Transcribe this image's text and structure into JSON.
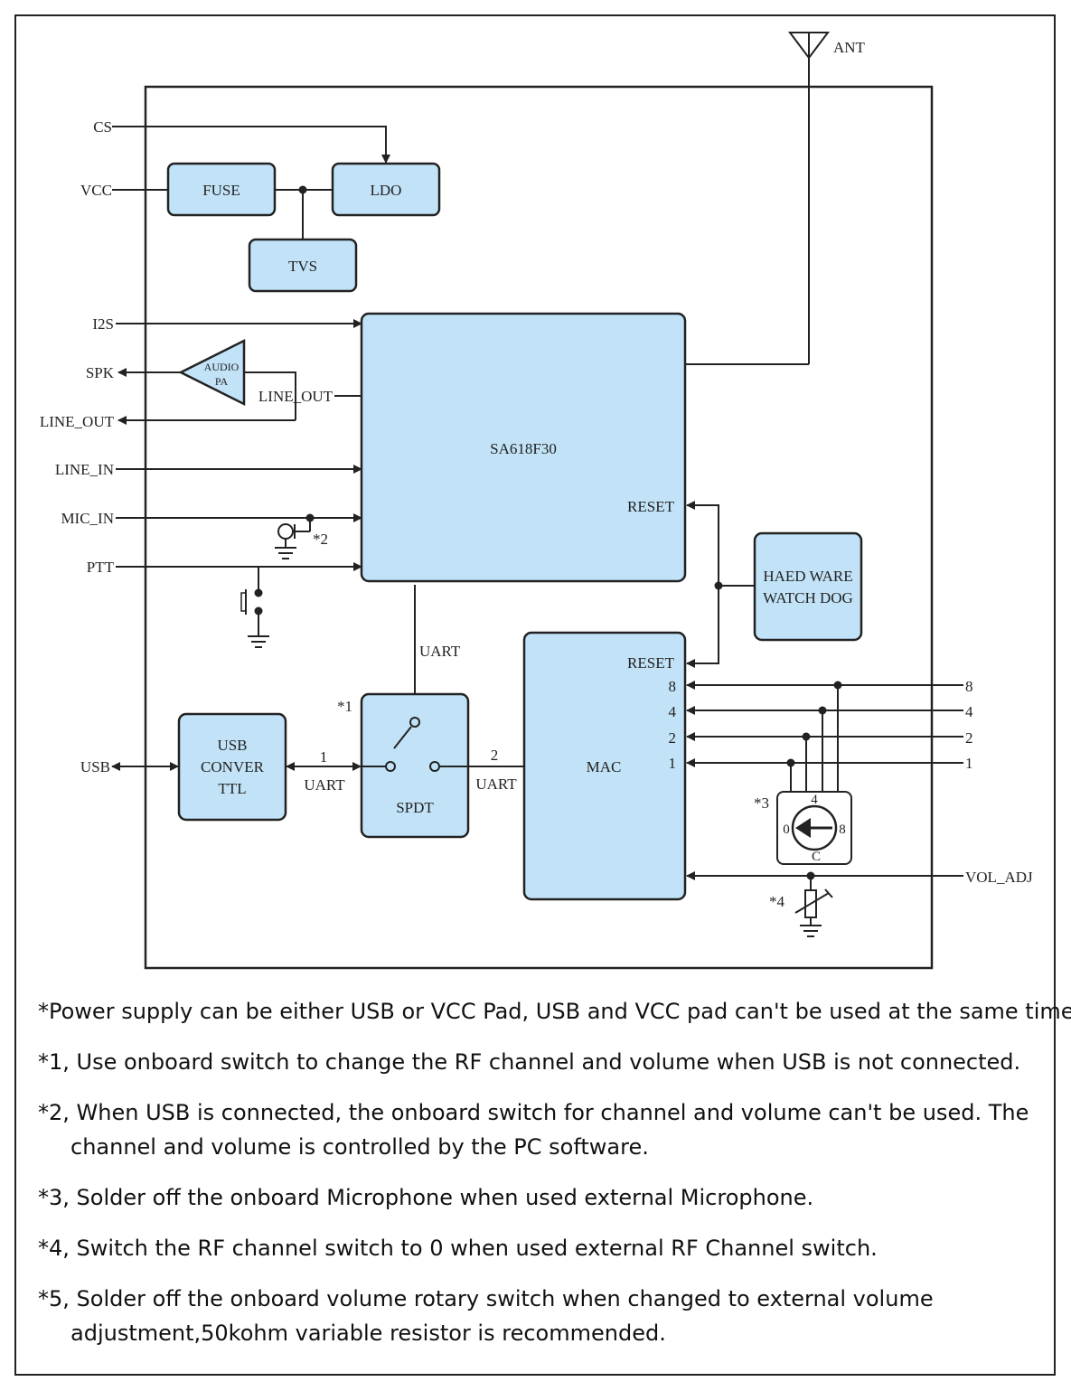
{
  "diagram": {
    "chip": "SA618F30",
    "blocks": {
      "fuse": "FUSE",
      "ldo": "LDO",
      "tvs": "TVS",
      "audio_pa_1": "AUDIO",
      "audio_pa_2": "PA",
      "watchdog_1": "HAED WARE",
      "watchdog_2": "WATCH DOG",
      "usb_conv_1": "USB",
      "usb_conv_2": "CONVER",
      "usb_conv_3": "TTL",
      "spdt": "SPDT",
      "mac": "MAC"
    },
    "pins": {
      "cs": "CS",
      "vcc": "VCC",
      "i2s": "I2S",
      "spk": "SPK",
      "line_out_inner": "LINE_OUT",
      "line_out": "LINE_OUT",
      "line_in": "LINE_IN",
      "mic_in": "MIC_IN",
      "ptt": "PTT",
      "usb": "USB",
      "ant": "ANT",
      "vol_adj": "VOL_ADJ",
      "reset_chip": "RESET",
      "reset_mac": "RESET",
      "uart_top": "UART",
      "uart_left": "UART",
      "uart_right": "UART",
      "uart_num_1": "1",
      "uart_num_2": "2",
      "mac_8": "8",
      "mac_4": "4",
      "mac_2": "2",
      "mac_1": "1",
      "ext_8": "8",
      "ext_4": "4",
      "ext_2": "2",
      "ext_1": "1",
      "rot_4": "4",
      "rot_0": "0",
      "rot_8": "8",
      "rot_c": "C"
    },
    "markers": {
      "m1": "*1",
      "m2": "*2",
      "m3": "*3",
      "m4": "*4"
    }
  },
  "notes": [
    {
      "marker": "*",
      "text": "Power supply can be either USB or VCC Pad, USB and VCC pad can't  be used at the same time."
    },
    {
      "marker": "*1,",
      "text": " Use onboard switch to change the RF channel and volume when USB is not connected."
    },
    {
      "marker": "*2,",
      "text": " When USB is connected, the onboard switch for channel and volume can't be used. The",
      "cont": "channel and volume is controlled by the PC software."
    },
    {
      "marker": "*3,",
      "text": " Solder off the onboard Microphone when used external Microphone."
    },
    {
      "marker": "*4,",
      "text": " Switch the RF channel switch to 0 when used external RF Channel switch."
    },
    {
      "marker": "*5,",
      "text": " Solder off the onboard volume rotary switch when changed to external volume",
      "cont": "adjustment,50kohm variable resistor is recommended."
    }
  ]
}
